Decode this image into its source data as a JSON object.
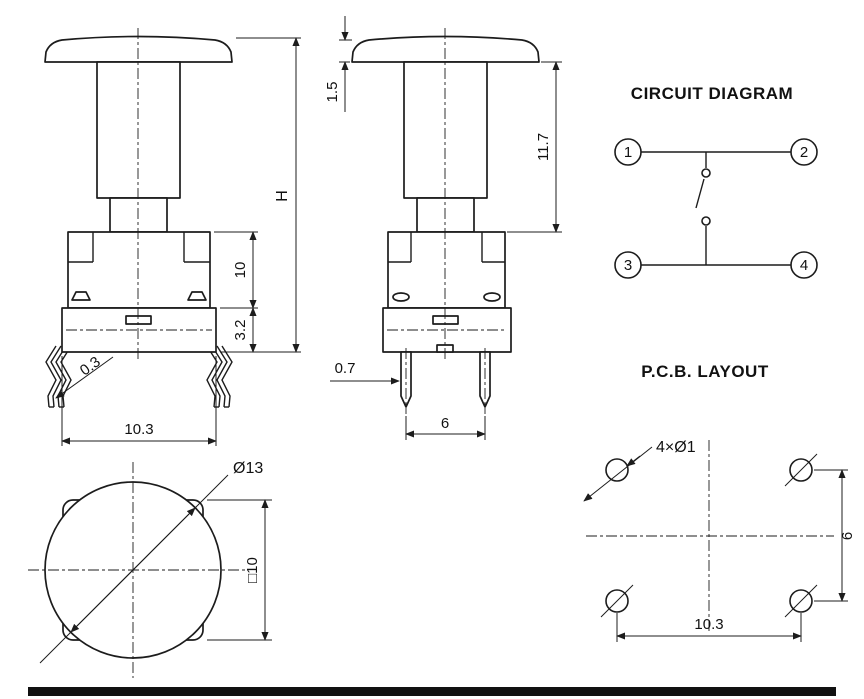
{
  "front_view": {
    "dim_h": "H",
    "dim_body_height": "10",
    "dim_lead_length": "3.2",
    "dim_lead_thickness": "0.3",
    "dim_base_width": "10.3"
  },
  "side_view": {
    "dim_cap_thickness": "1.5",
    "dim_stem_height": "11.7",
    "dim_lead_width": "0.7",
    "dim_lead_pitch": "6"
  },
  "top_view": {
    "dim_cap_diameter": "Ø13",
    "dim_body_square": "□10"
  },
  "circuit_diagram": {
    "title": "CIRCUIT DIAGRAM",
    "terminals": [
      "1",
      "2",
      "3",
      "4"
    ]
  },
  "pcb_layout": {
    "title": "P.C.B. LAYOUT",
    "dim_holes": "4×Ø1",
    "dim_vertical_pitch": "6",
    "dim_horizontal_pitch": "10.3"
  }
}
